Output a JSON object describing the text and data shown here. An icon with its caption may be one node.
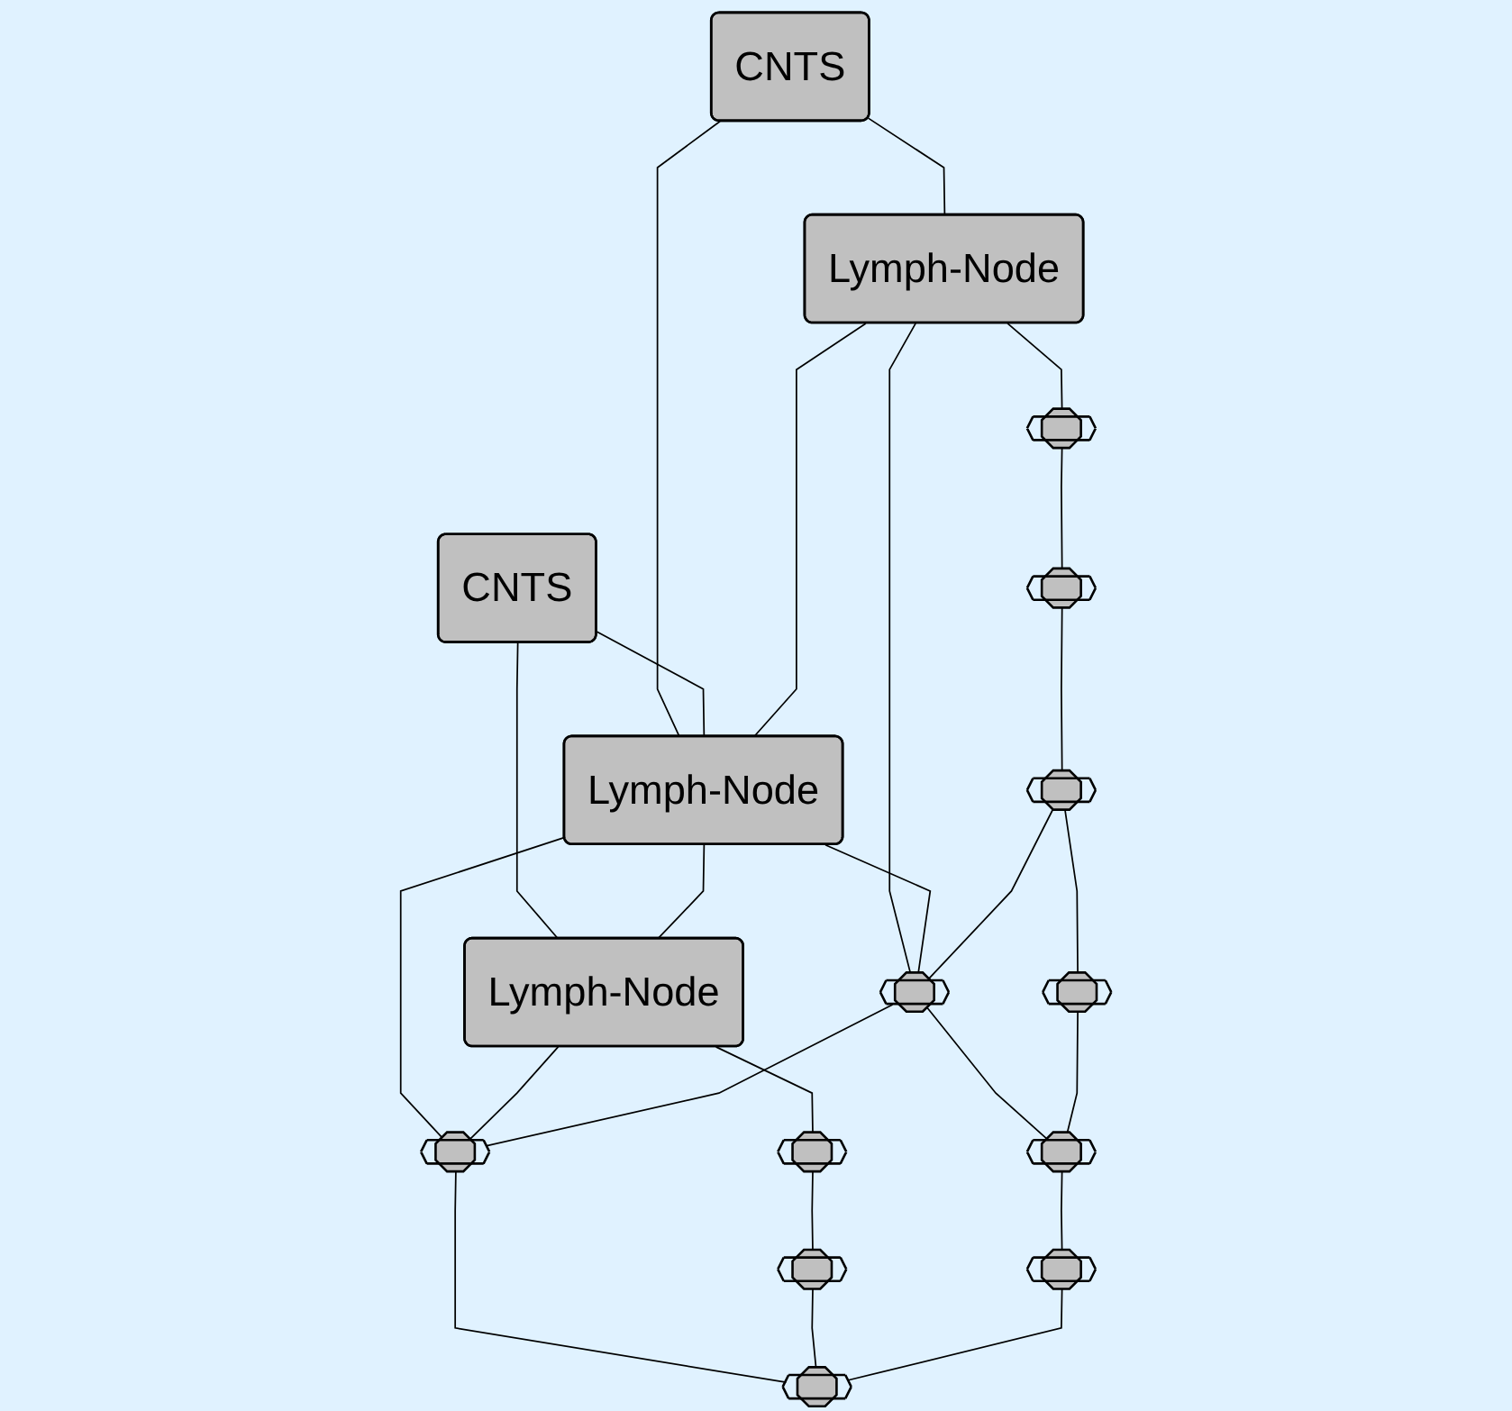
{
  "diagram": {
    "nodes": [
      {
        "text": [
          "CNTS"
        ]
      },
      {
        "text": [
          "CNTS"
        ]
      },
      {
        "text": [
          "Lymph-Node"
        ]
      },
      {
        "text": [
          "Lymph-Node"
        ]
      },
      {
        "text": [
          "Lymph-Node"
        ]
      },
      {
        "text": [],
        "shape": "octagon"
      },
      {
        "text": [],
        "shape": "octagon"
      },
      {
        "text": [],
        "shape": "octagon"
      },
      {
        "text": [],
        "shape": "octagon"
      },
      {
        "text": [],
        "shape": "octagon"
      },
      {
        "text": [],
        "shape": "octagon"
      },
      {
        "text": [],
        "shape": "octagon"
      },
      {
        "text": [],
        "shape": "octagon"
      },
      {
        "text": [],
        "shape": "octagon"
      },
      {
        "text": [],
        "shape": "octagon"
      },
      {
        "text": [],
        "shape": "octagon"
      }
    ],
    "edges": [
      {
        "from": 0,
        "to": 2,
        "arrow": "none"
      },
      {
        "from": 0,
        "to": 3,
        "arrow": "none"
      },
      {
        "from": 1,
        "to": 3,
        "arrow": "none"
      },
      {
        "from": 1,
        "to": 4,
        "arrow": "none"
      },
      {
        "from": 2,
        "to": 3,
        "arrow": "none"
      },
      {
        "from": 3,
        "to": 4,
        "arrow": "none"
      },
      {
        "from": 2,
        "to": 5,
        "arrow": "none"
      },
      {
        "from": 2,
        "to": 8,
        "arrow": "none"
      },
      {
        "from": 3,
        "to": 8,
        "arrow": "none"
      },
      {
        "from": 3,
        "to": 9,
        "arrow": "none"
      },
      {
        "from": 4,
        "to": 9,
        "arrow": "none"
      },
      {
        "from": 4,
        "to": 7,
        "arrow": "none"
      },
      {
        "from": 5,
        "to": 6,
        "arrow": "none"
      },
      {
        "from": 6,
        "to": 11,
        "arrow": "none"
      },
      {
        "from": 11,
        "to": 8,
        "arrow": "none"
      },
      {
        "from": 8,
        "to": 9,
        "arrow": "none"
      },
      {
        "from": 8,
        "to": 15,
        "arrow": "none"
      },
      {
        "from": 9,
        "to": 13,
        "arrow": "none"
      },
      {
        "from": 7,
        "to": 10,
        "arrow": "none"
      },
      {
        "from": 10,
        "to": 13,
        "arrow": "none"
      },
      {
        "from": 11,
        "to": 12,
        "arrow": "none"
      },
      {
        "from": 12,
        "to": 15,
        "arrow": "none"
      },
      {
        "from": 15,
        "to": 14,
        "arrow": "none"
      },
      {
        "from": 14,
        "to": 13,
        "arrow": "none"
      }
    ]
  }
}
